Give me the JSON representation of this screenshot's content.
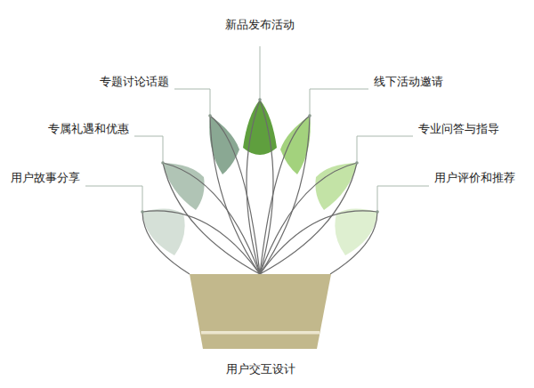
{
  "diagram": {
    "nodes": [
      {
        "text": [
          "用户交互设计"
        ]
      }
    ],
    "labels": [
      "新品发布活动",
      "专题讨论话题",
      "线下活动邀请",
      "专属礼遇和优惠",
      "专业问答与指导",
      "用户故事分享",
      "用户评价和推荐"
    ]
  }
}
